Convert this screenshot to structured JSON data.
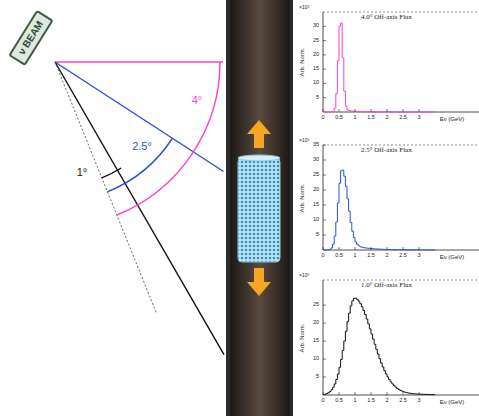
{
  "diagram": {
    "nodes": [
      {
        "text": [
          "ν BEAM"
        ]
      }
    ],
    "labels": [
      "4°",
      "2.5°",
      "1°",
      "4.0° Off-axis Flux",
      "×10³",
      "Arb. Norm.",
      "5",
      "10",
      "15",
      "20",
      "25",
      "30",
      "0",
      "0.5",
      "1",
      "1.5",
      "2",
      "2.5",
      "3",
      "Eν (GeV)",
      "2.5° Off-axis Flux",
      "×10³",
      "Arb. Norm.",
      "5",
      "10",
      "15",
      "20",
      "25",
      "30",
      "35",
      "0",
      "0.5",
      "1",
      "1.5",
      "2",
      "2.5",
      "3",
      "Eν (GeV)",
      "1.0° Off-axis Flux",
      "×10³",
      "Arb. Norm.",
      "5",
      "10",
      "15",
      "20",
      "25",
      "0",
      "0.5",
      "1",
      "1.5",
      "2",
      "2.5",
      "3",
      "Eν (GeV)"
    ]
  }
}
